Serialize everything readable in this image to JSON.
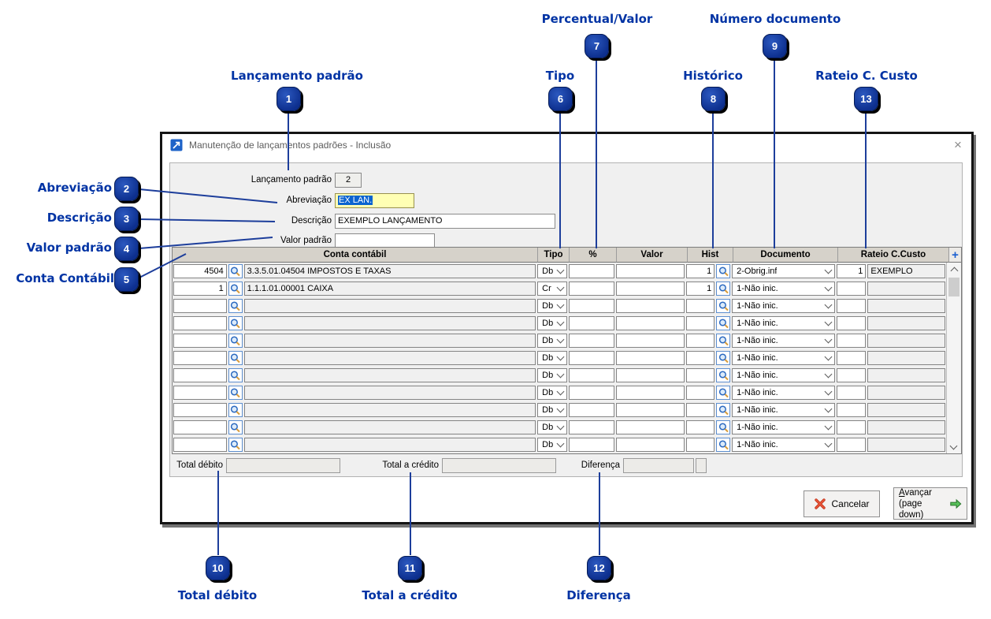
{
  "window": {
    "title": "Manutenção de lançamentos padrões - Inclusão"
  },
  "form": {
    "fields": [
      {
        "label": "Lançamento padrão",
        "value": "2"
      },
      {
        "label": "Abreviação",
        "value": "EX LAN."
      },
      {
        "label": "Descrição",
        "value": "EXEMPLO LANÇAMENTO"
      },
      {
        "label": "Valor padrão",
        "value": ""
      }
    ]
  },
  "table": {
    "add_label": "+",
    "headers": {
      "conta": "Conta contábil",
      "tipo": "Tipo",
      "pct": "%",
      "valor": "Valor",
      "hist": "Hist",
      "documento": "Documento",
      "rateio": "Rateio C.Custo"
    },
    "rows": [
      {
        "code": "4504",
        "account": "3.3.5.01.04504 IMPOSTOS E TAXAS",
        "tipo": "Db",
        "pct": "",
        "valor": "",
        "hist": "1",
        "documento": "2-Obrig.inf",
        "rateio_num": "1",
        "rateio_desc": "EXEMPLO"
      },
      {
        "code": "1",
        "account": "1.1.1.01.00001 CAIXA",
        "tipo": "Cr",
        "pct": "",
        "valor": "",
        "hist": "1",
        "documento": "1-Não inic.",
        "rateio_num": "",
        "rateio_desc": ""
      },
      {
        "code": "",
        "account": "",
        "tipo": "Db",
        "pct": "",
        "valor": "",
        "hist": "",
        "documento": "1-Não inic.",
        "rateio_num": "",
        "rateio_desc": ""
      },
      {
        "code": "",
        "account": "",
        "tipo": "Db",
        "pct": "",
        "valor": "",
        "hist": "",
        "documento": "1-Não inic.",
        "rateio_num": "",
        "rateio_desc": ""
      },
      {
        "code": "",
        "account": "",
        "tipo": "Db",
        "pct": "",
        "valor": "",
        "hist": "",
        "documento": "1-Não inic.",
        "rateio_num": "",
        "rateio_desc": ""
      },
      {
        "code": "",
        "account": "",
        "tipo": "Db",
        "pct": "",
        "valor": "",
        "hist": "",
        "documento": "1-Não inic.",
        "rateio_num": "",
        "rateio_desc": ""
      },
      {
        "code": "",
        "account": "",
        "tipo": "Db",
        "pct": "",
        "valor": "",
        "hist": "",
        "documento": "1-Não inic.",
        "rateio_num": "",
        "rateio_desc": ""
      },
      {
        "code": "",
        "account": "",
        "tipo": "Db",
        "pct": "",
        "valor": "",
        "hist": "",
        "documento": "1-Não inic.",
        "rateio_num": "",
        "rateio_desc": ""
      },
      {
        "code": "",
        "account": "",
        "tipo": "Db",
        "pct": "",
        "valor": "",
        "hist": "",
        "documento": "1-Não inic.",
        "rateio_num": "",
        "rateio_desc": ""
      },
      {
        "code": "",
        "account": "",
        "tipo": "Db",
        "pct": "",
        "valor": "",
        "hist": "",
        "documento": "1-Não inic.",
        "rateio_num": "",
        "rateio_desc": ""
      },
      {
        "code": "",
        "account": "",
        "tipo": "Db",
        "pct": "",
        "valor": "",
        "hist": "",
        "documento": "1-Não inic.",
        "rateio_num": "",
        "rateio_desc": ""
      }
    ]
  },
  "totals": {
    "debit_label": "Total débito",
    "debit_value": "",
    "credit_label": "Total a crédito",
    "credit_value": "",
    "diff_label": "Diferença",
    "diff_value": ""
  },
  "buttons": {
    "cancel": "Cancelar",
    "advance": "Avançar",
    "advance_sub": "(page down)"
  },
  "annotations": [
    {
      "num": "1",
      "label": "Lançamento padrão"
    },
    {
      "num": "2",
      "label": "Abreviação"
    },
    {
      "num": "3",
      "label": "Descrição"
    },
    {
      "num": "4",
      "label": "Valor padrão"
    },
    {
      "num": "5",
      "label": "Conta Contábil"
    },
    {
      "num": "6",
      "label": "Tipo"
    },
    {
      "num": "7",
      "label": "Percentual/Valor"
    },
    {
      "num": "8",
      "label": "Histórico"
    },
    {
      "num": "9",
      "label": "Número documento"
    },
    {
      "num": "10",
      "label": "Total débito"
    },
    {
      "num": "11",
      "label": "Total a crédito"
    },
    {
      "num": "12",
      "label": "Diferença"
    },
    {
      "num": "13",
      "label": "Rateio C. Custo"
    }
  ],
  "colors": {
    "annotation_text": "#0033a4",
    "badge_fill": "#10339a",
    "connector_line": "#1d3e9b",
    "field_highlight": "#ffffb4",
    "selection": "#0b64d0"
  }
}
